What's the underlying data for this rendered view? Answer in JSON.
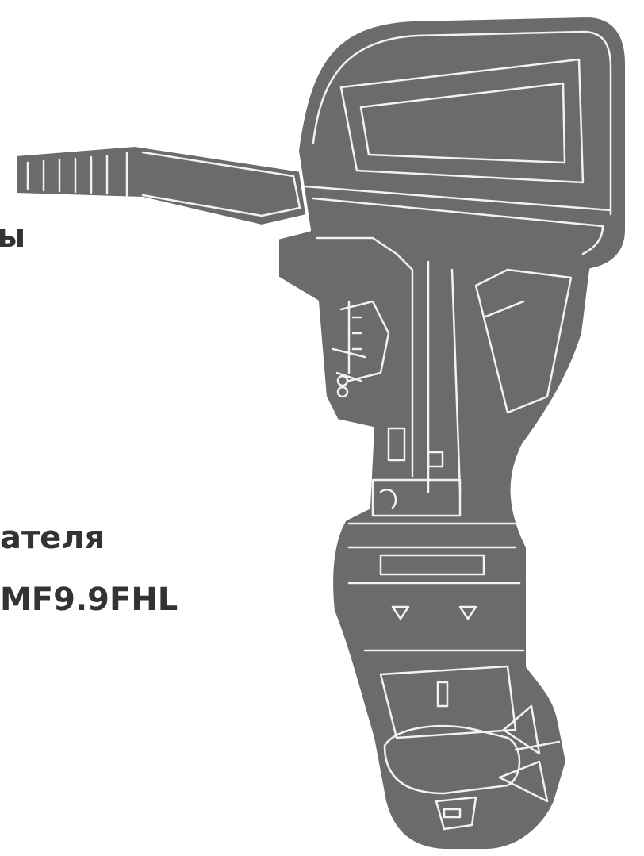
{
  "lines": [
    {
      "text": "ы"
    },
    {
      "text": "ателя"
    },
    {
      "text": "MF9.9FHL"
    }
  ],
  "motor": {
    "icon": "outboard-motor-icon",
    "fill_color": "#6b6b6b",
    "stroke_color": "#ffffff",
    "line_color": "#f2f2f2"
  },
  "colors": {
    "background": "#ffffff",
    "text": "#333333"
  }
}
